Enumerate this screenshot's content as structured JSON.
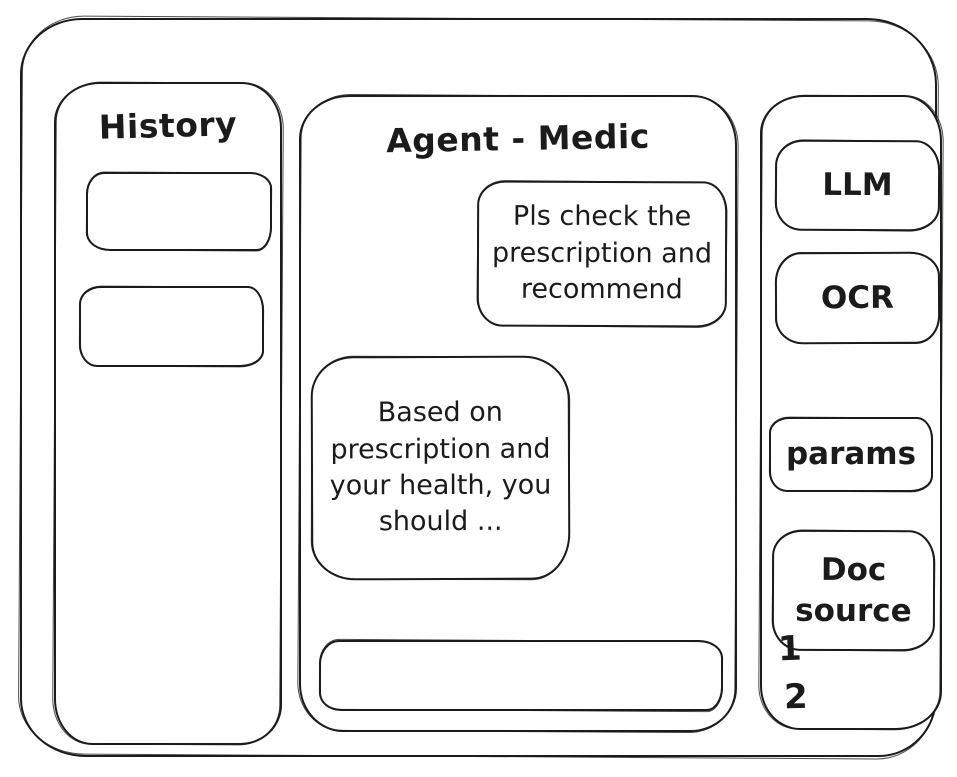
{
  "history_panel": {
    "title": "History",
    "items": [
      {
        "label": ""
      },
      {
        "label": ""
      }
    ]
  },
  "chat_panel": {
    "title": "Agent - Medic",
    "messages": [
      {
        "role": "user",
        "text": "Pls check the prescription and recommend"
      },
      {
        "role": "assistant",
        "text": "Based on prescription and your health, you should ..."
      }
    ]
  },
  "tools_panel": {
    "buttons": [
      {
        "label": "LLM"
      },
      {
        "label": "OCR"
      },
      {
        "label": "params"
      },
      {
        "label": "Doc source"
      }
    ],
    "doc_source_items": [
      {
        "label": "1"
      },
      {
        "label": "2"
      }
    ]
  },
  "colors": {
    "stroke": "#1b1b1b",
    "background": "#ffffff"
  }
}
